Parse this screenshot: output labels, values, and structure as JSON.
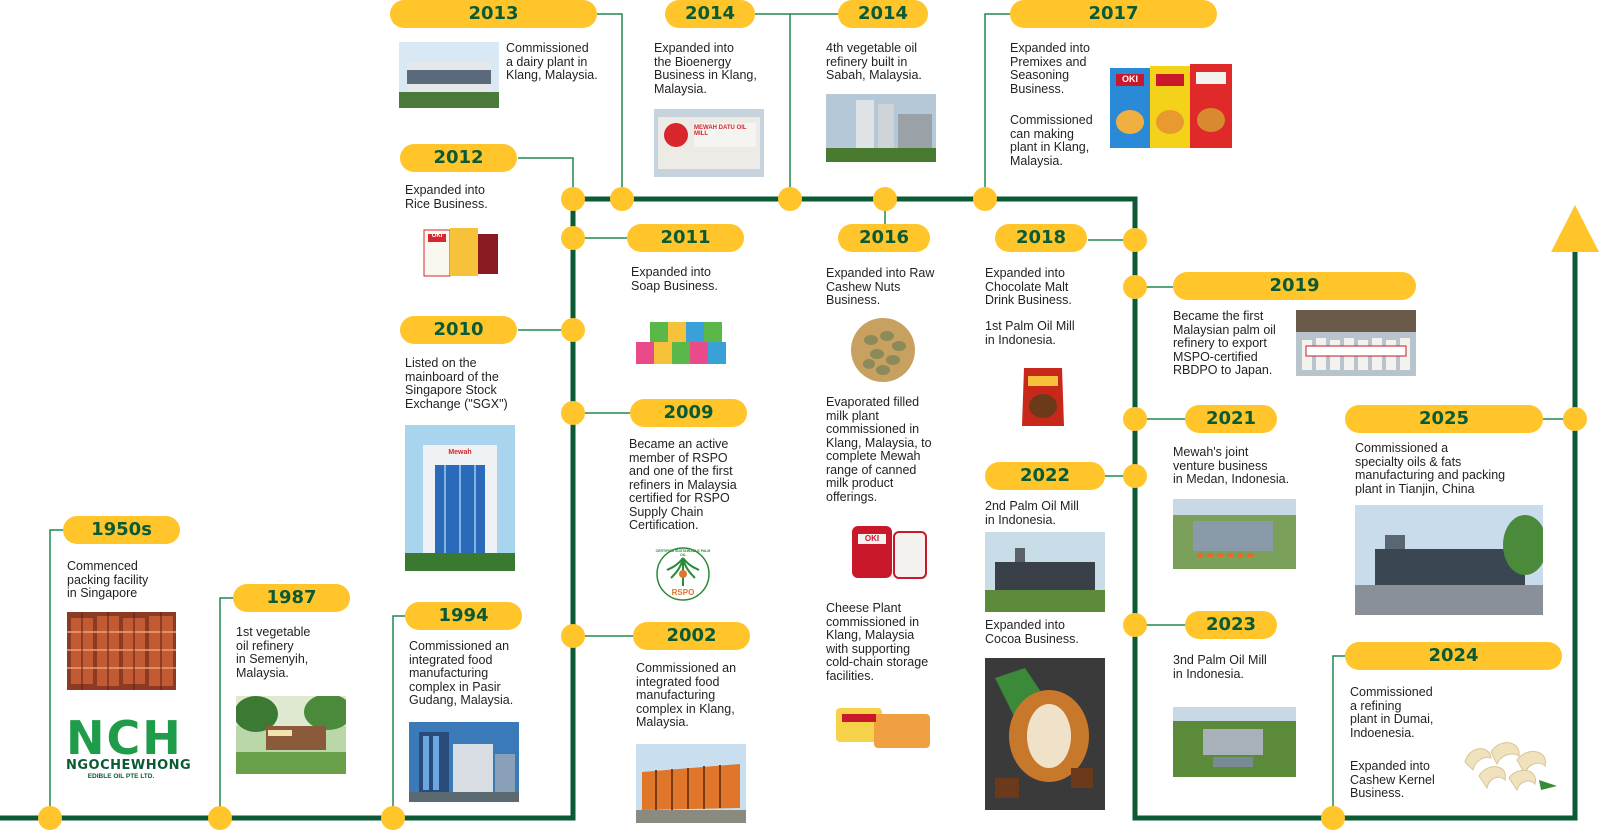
{
  "colors": {
    "line": "#0a5a34",
    "milestone": "#ffc52b",
    "text": "#231f20",
    "brand_red": "#d7262c"
  },
  "milestones": [
    {
      "year": "1950s",
      "lines": [
        "Commenced",
        "packing facility",
        "in Singapore"
      ]
    },
    {
      "year": "1987",
      "lines": [
        "1st vegetable",
        "oil refinery",
        "in Semenyih,",
        "Malaysia."
      ]
    },
    {
      "year": "1994",
      "lines": [
        "Commissioned an",
        "integrated food",
        "manufacturing",
        "complex in Pasir",
        "Gudang, Malaysia."
      ]
    },
    {
      "year": "2002",
      "lines": [
        "Commissioned an",
        "integrated food",
        "manufacturing",
        "complex in Klang,",
        "Malaysia."
      ]
    },
    {
      "year": "2009",
      "lines": [
        "Became an active",
        "member of RSPO",
        "and one of the first",
        "refiners in Malaysia",
        "certified for RSPO",
        "Supply Chain",
        "Certification."
      ]
    },
    {
      "year": "2010",
      "lines": [
        "Listed on the",
        "mainboard of the",
        "Singapore Stock",
        "Exchange (\"SGX\")"
      ]
    },
    {
      "year": "2011",
      "lines": [
        "Expanded into",
        "Soap Business."
      ]
    },
    {
      "year": "2012",
      "lines": [
        "Expanded into",
        "Rice Business."
      ]
    },
    {
      "year": "2013",
      "lines": [
        "Commissioned",
        "a dairy plant in",
        "Klang, Malaysia."
      ]
    },
    {
      "year": "2014",
      "lines": [
        "Expanded into",
        "the Bioenergy",
        "Business in Klang,",
        "Malaysia."
      ]
    },
    {
      "year": "2014",
      "lines": [
        "4th vegetable oil",
        "refinery built in",
        "Sabah, Malaysia."
      ]
    },
    {
      "year": "2016",
      "lines": [
        "Expanded into Raw",
        "Cashew Nuts",
        "Business."
      ]
    },
    {
      "year": "2017",
      "lines": [
        "Expanded into",
        "Premixes and",
        "Seasoning",
        "Business."
      ]
    },
    {
      "year": "2018",
      "lines": [
        "Expanded into",
        "Chocolate Malt",
        "Drink Business."
      ]
    },
    {
      "year": "2019",
      "lines": [
        "Became the first",
        "Malaysian palm oil",
        "refinery to export",
        "MSPO-certified",
        "RBDPO to Japan."
      ]
    },
    {
      "year": "2021",
      "lines": [
        "Mewah's joint",
        "venture business",
        "in Medan, Indonesia."
      ]
    },
    {
      "year": "2022",
      "lines": [
        "2nd Palm Oil Mill",
        "in Indonesia."
      ]
    },
    {
      "year": "2023",
      "lines": [
        "3nd Palm Oil Mill",
        "in Indonesia."
      ]
    },
    {
      "year": "2024",
      "lines": [
        "Commissioned",
        "a refining",
        "plant in Dumai,",
        "Indoenesia."
      ]
    },
    {
      "year": "2025",
      "lines": [
        "Commissioned a",
        "specialty oils & fats",
        "manufacturing and packing",
        "plant in Tianjin, China"
      ]
    }
  ],
  "extra_notes": {
    "n2016b": [
      "Evaporated filled",
      "milk plant",
      "commissioned in",
      "Klang, Malaysia, to",
      "complete Mewah",
      "range of canned",
      "milk product",
      "offerings."
    ],
    "n2016c": [
      "Cheese Plant",
      "commissioned in",
      "Klang, Malaysia",
      "with supporting",
      "cold-chain storage",
      "facilities."
    ],
    "n2017b": [
      "Commissioned",
      "can making",
      "plant in Klang,",
      "Malaysia."
    ],
    "n2018b": [
      "1st Palm Oil Mill",
      "in Indonesia."
    ],
    "n2022b": [
      "Expanded into",
      "Cocoa Business."
    ],
    "n2024b": [
      "Expanded into",
      "Cashew Kernel",
      "Business."
    ]
  },
  "logo": {
    "mark": "NCH",
    "name": "NGOCHEWHONG",
    "sub": "EDIBLE OIL PTE LTD."
  },
  "product_brand": "OKI",
  "rspo_text": "RSPO",
  "rspo_ring": "CERTIFIED SUSTAINABLE PALM OIL",
  "mewah_sign": "MEWAH DATU OIL MILL",
  "mewah_building": "Mewah",
  "arrow_icon": "triangle-arrow-up-icon"
}
